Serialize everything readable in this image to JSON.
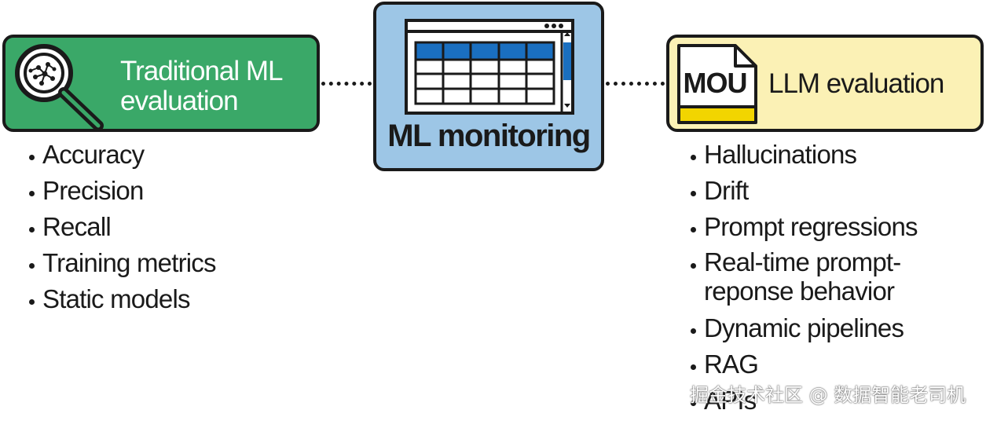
{
  "traditional_ml": {
    "title_line1": "Traditional ML",
    "title_line2": "evaluation",
    "items": [
      "Accuracy",
      "Precision",
      "Recall",
      "Training metrics",
      "Static models"
    ]
  },
  "ml_monitoring": {
    "title": "ML monitoring"
  },
  "llm_evaluation": {
    "doc_label": "MOU",
    "title": "LLM evaluation",
    "items": [
      "Hallucinations",
      "Drift",
      "Prompt regressions",
      "Real-time prompt-reponse behavior",
      "Dynamic pipelines",
      "RAG",
      "APIs"
    ]
  },
  "watermark": "掘金技术社区 @ 数据智能老司机",
  "colors": {
    "traditional_box": "#3aa868",
    "monitoring_box": "#9dc6e6",
    "llm_box": "#fbf1b5",
    "table_header": "#1a6fc0",
    "doc_stripe": "#f2d500",
    "outline": "#1a1a1a"
  },
  "icons": {
    "traditional": "magnifier-icon",
    "monitoring": "spreadsheet-window-icon",
    "llm": "mou-document-icon"
  }
}
